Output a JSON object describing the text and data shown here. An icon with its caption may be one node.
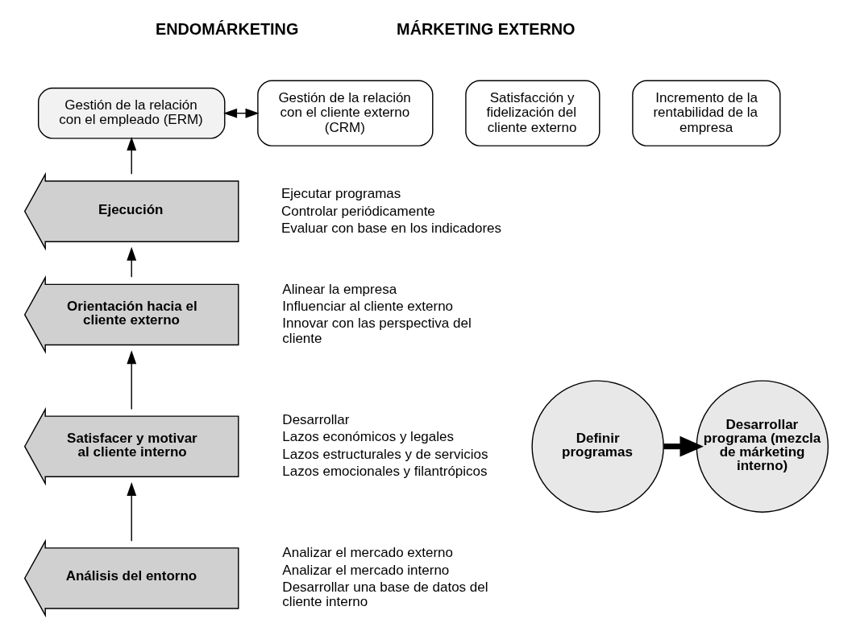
{
  "diagram": {
    "nodes": [
      {
        "text": [
          "Gestión de la relación con el empleado (ERM)"
        ]
      },
      {
        "text": [
          "Gestión de la relación con el cliente externo (CRM)"
        ]
      },
      {
        "text": [
          "Satisfacción y fidelización del cliente externo"
        ]
      },
      {
        "text": [
          "Incremento de la rentabilidad de la empresa"
        ]
      },
      {
        "text": [
          "Ejecución"
        ],
        "beside": [
          "Ejecutar programas",
          "Controlar periódicamente",
          "Evaluar con base en los indicadores"
        ]
      },
      {
        "text": [
          "Orientación hacia el cliente externo"
        ],
        "beside": [
          "Alinear la empresa",
          "Influenciar al cliente externo",
          "Innovar con las perspectiva del cliente"
        ]
      },
      {
        "text": [
          "Satisfacer y motivar al cliente interno"
        ],
        "beside": [
          "Desarrollar",
          "Lazos económicos y legales",
          "Lazos estructurales y de servicios",
          "Lazos emocionales y filantrópicos"
        ]
      },
      {
        "text": [
          "Análisis del entorno"
        ],
        "beside": [
          "Analizar el mercado externo",
          "Analizar el mercado interno",
          "Desarrollar una base de datos del cliente interno"
        ]
      },
      {
        "text": [
          "Definir programas"
        ]
      },
      {
        "text": [
          "Desarrollar programa (mezcla de márketing interno)"
        ]
      }
    ],
    "edges": [
      {
        "from": 0,
        "to": 1,
        "arrow": "both"
      },
      {
        "from": 4,
        "to": 0,
        "arrow": "to"
      },
      {
        "from": 5,
        "to": 4,
        "arrow": "to"
      },
      {
        "from": 6,
        "to": 5,
        "arrow": "to"
      },
      {
        "from": 7,
        "to": 6,
        "arrow": "to"
      },
      {
        "from": 8,
        "to": 9,
        "arrow": "to",
        "style": "thick"
      }
    ],
    "labels": [
      "ENDOMÁRKETING",
      "MÁRKETING EXTERNO"
    ]
  }
}
